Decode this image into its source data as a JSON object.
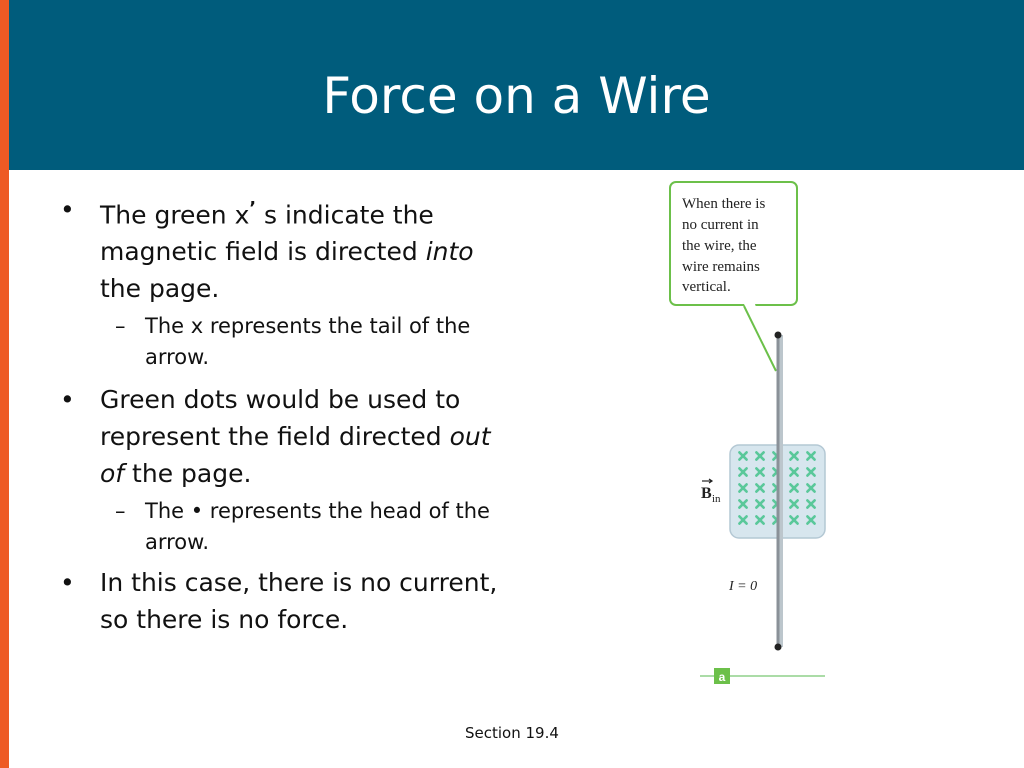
{
  "slide": {
    "title": "Force on a Wire",
    "footer": "Section 19.4",
    "colors": {
      "header": "#005c7c",
      "accent_stripe": "#ee5a24",
      "field_marks": "#5ac89a",
      "callout_border": "#6cc04a"
    }
  },
  "bullets": [
    {
      "marker": "•",
      "parts": [
        {
          "text": "The green x",
          "style": "normal"
        },
        {
          "text": "’",
          "style": "normal"
        },
        {
          "text": " s indicate the magnetic field is directed ",
          "style": "normal"
        },
        {
          "text": "into",
          "style": "italic"
        },
        {
          "text": " the page.",
          "style": "normal"
        }
      ],
      "sub": [
        {
          "marker": "–",
          "text": "The x represents the tail of the arrow."
        }
      ]
    },
    {
      "marker": "•",
      "parts": [
        {
          "text": "Green dots would be used to represent the field directed ",
          "style": "normal"
        },
        {
          "text": "out of",
          "style": "italic"
        },
        {
          "text": " the page.",
          "style": "normal"
        }
      ],
      "sub": [
        {
          "marker": "–",
          "text": "The • represents the head of the arrow."
        }
      ]
    },
    {
      "marker": "•",
      "parts": [
        {
          "text": "In this case, there is no current, so there is no force.",
          "style": "normal"
        }
      ],
      "sub": []
    }
  ],
  "figure": {
    "callout_lines": [
      "When there is",
      "no current in",
      "the wire, the",
      "wire remains",
      "vertical."
    ],
    "field_label": "B",
    "field_subscript": "in",
    "current_label": "I = 0",
    "panel_tag": "a"
  }
}
